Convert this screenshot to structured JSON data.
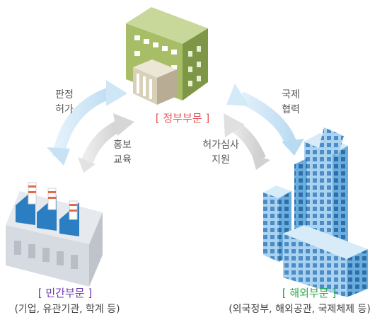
{
  "government": {
    "label": "[ 정부부문 ]",
    "color": "#e6545a"
  },
  "private": {
    "label": "[ 민간부문 ]",
    "sub": "(기업, 유관기관, 학계 등)",
    "color": "#6a38b0"
  },
  "overseas": {
    "label": "[ 해외부문 ]",
    "sub": "(외국정부, 해외공관, 국제체제 등)",
    "color": "#2aa84a"
  },
  "flows": {
    "gov_to_private": [
      "판정",
      "허가"
    ],
    "private_to_gov": [
      "홍보",
      "교육"
    ],
    "overseas_to_gov": [
      "허가심사",
      "지원"
    ],
    "gov_overseas": [
      "국제",
      "협력"
    ]
  },
  "colors": {
    "arrow_blue": "#cfe6f6",
    "arrow_gray": "#d9d9d9",
    "building_green": "#9cb35d",
    "tower_blue": "#5b9fd3",
    "factory_blue": "#2b7ec1"
  }
}
